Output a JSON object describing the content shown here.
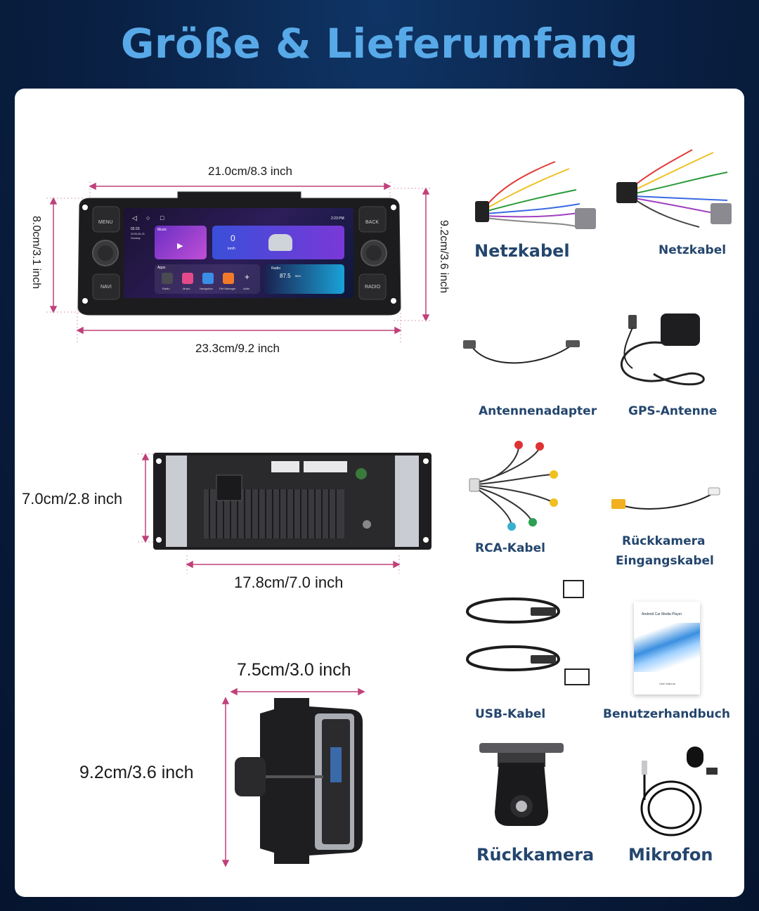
{
  "title": "Größe & Lieferumfang",
  "radio_front": {
    "dim_top": "21.0cm/8.3 inch",
    "dim_bottom": "23.3cm/9.2 inch",
    "dim_left": "8.0cm/3.1 inch",
    "dim_right": "9.2cm/3.6 inch",
    "buttons": {
      "menu": "MENU",
      "navi": "NAVI",
      "back": "BACK",
      "radio": "RADIO"
    },
    "screen": {
      "status_time": "2:23 PM",
      "clock": "02:23",
      "date": "2025.06.21",
      "day": "Sunday",
      "music_label": "Music",
      "speed_value": "0",
      "speed_unit": "km/h",
      "apps_label": "Apps",
      "radio_label": "Radio",
      "radio_freq": "87.5",
      "radio_unit": "MHz",
      "app_names": [
        "Radio",
        "Music",
        "Navigation",
        "File Manager",
        "Adds"
      ]
    }
  },
  "radio_back": {
    "dim_left": "7.0cm/2.8 inch",
    "dim_bottom": "17.8cm/7.0 inch"
  },
  "radio_side": {
    "dim_top": "7.5cm/3.0 inch",
    "dim_left": "9.2cm/3.6 inch"
  },
  "accessories": {
    "netzkabel_1": "Netzkabel",
    "netzkabel_2": "Netzkabel",
    "antennenadapter": "Antennenadapter",
    "gps_antenne": "GPS-Antenne",
    "rca_kabel": "RCA-Kabel",
    "rueckkamera_kabel_line1": "Rückkamera",
    "rueckkamera_kabel_line2": "Eingangskabel",
    "usb_kabel": "USB-Kabel",
    "benutzerhandbuch": "Benutzerhandbuch",
    "manual_cover_title": "Android Car Media Player",
    "manual_cover_sub": "User Manual",
    "rueckkamera": "Rückkamera",
    "mikrofon": "Mikrofon"
  },
  "colors": {
    "title": "#58a9e8",
    "label": "#24466e",
    "dimension_line": "#c0417a",
    "background": "#0a2247"
  }
}
